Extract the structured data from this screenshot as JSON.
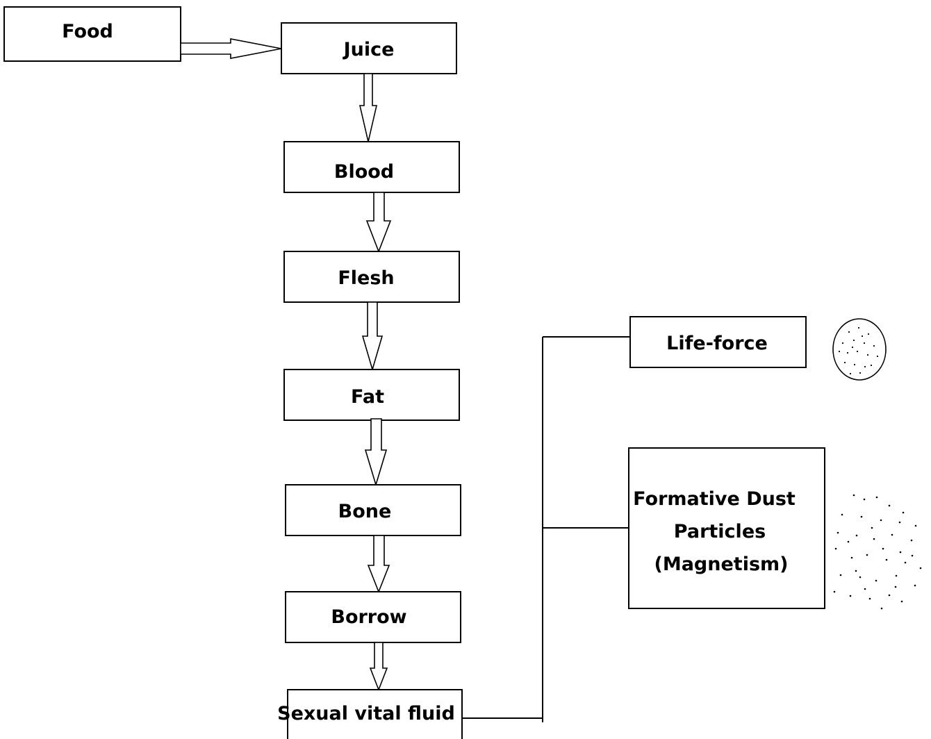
{
  "diagram": {
    "nodes": {
      "food": "Food",
      "juice": "Juice",
      "blood": "Blood",
      "flesh": "Flesh",
      "fat": "Fat",
      "bone": "Bone",
      "borrow": "Borrow",
      "sexual_vital_fluid": "Sexual vital fluid",
      "life_force": "Life-force",
      "formative_line1": "Formative Dust",
      "formative_line2": "Particles",
      "formative_line3": "(Magnetism)"
    },
    "edges": [
      {
        "from": "food",
        "to": "juice"
      },
      {
        "from": "juice",
        "to": "blood"
      },
      {
        "from": "blood",
        "to": "flesh"
      },
      {
        "from": "flesh",
        "to": "fat"
      },
      {
        "from": "fat",
        "to": "bone"
      },
      {
        "from": "bone",
        "to": "borrow"
      },
      {
        "from": "borrow",
        "to": "sexual_vital_fluid"
      },
      {
        "from": "sexual_vital_fluid",
        "to": "life_force"
      },
      {
        "from": "sexual_vital_fluid",
        "to": "formative_dust_particles"
      }
    ],
    "icons": {
      "life_force": "dotted-circle-icon",
      "formative": "scattered-dust-icon"
    },
    "colors": {
      "stroke": "#000000",
      "background": "#ffffff"
    }
  }
}
